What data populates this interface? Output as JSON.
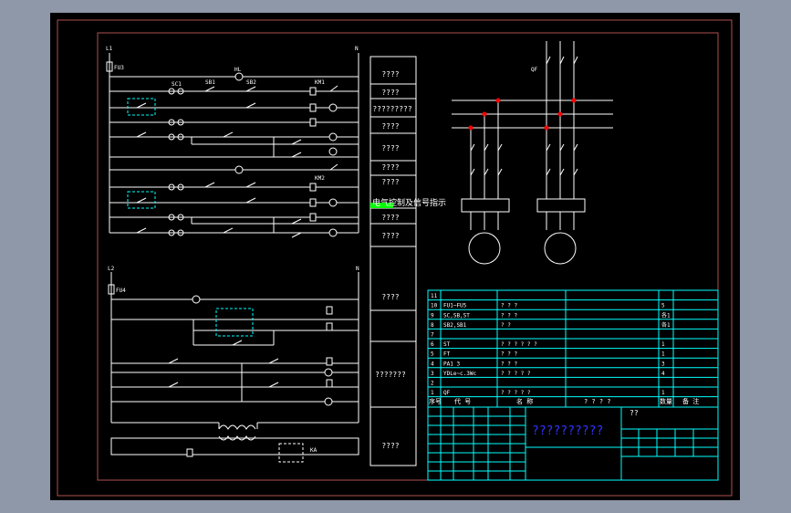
{
  "colors": {
    "background": "#8f98a8",
    "canvas": "#000000",
    "frame": "#b05050",
    "line": "#ffffff",
    "cyan": "#00ffff",
    "blue": "#3333ff",
    "green": "#00ff00",
    "red": "#ff0000"
  },
  "circuit_labels": {
    "l1": "L1",
    "n": "N",
    "fu3": "FU3",
    "sb1": "SB1",
    "sb2": "SB2",
    "hl": "HL",
    "km1": "KM1",
    "km2": "KM2",
    "sc1": "SC1",
    "l2": "L2",
    "fu4": "FU4",
    "ka": "KA",
    "qf": "QF"
  },
  "side_labels": [
    "????",
    "????",
    "?????????",
    "????",
    "????",
    "????",
    "????",
    "????",
    "????",
    "????",
    "???????",
    "????"
  ],
  "overlay_text": "电气控制及信号指示",
  "bom_rows": [
    {
      "no": "11",
      "code": "",
      "name": "",
      "qty": ""
    },
    {
      "no": "10",
      "code": "FU1~FU5",
      "name": "? ? ?",
      "qty": "5"
    },
    {
      "no": "9",
      "code": "SC,SB,ST",
      "name": "? ? ?",
      "qty": "各1"
    },
    {
      "no": "8",
      "code": "SB2,SB1",
      "name": "? ?",
      "qty": "各1"
    },
    {
      "no": "7",
      "code": "",
      "name": "",
      "qty": ""
    },
    {
      "no": "6",
      "code": "ST",
      "name": "? ? ? ? ? ?",
      "qty": "1"
    },
    {
      "no": "5",
      "code": "FT",
      "name": "? ? ?",
      "qty": "1"
    },
    {
      "no": "4",
      "code": "PA1 3",
      "name": "? ? ?",
      "qty": "3"
    },
    {
      "no": "3",
      "code": "YDLe~c.3Wc",
      "name": "? ? ? ? ?",
      "qty": "4"
    },
    {
      "no": "2",
      "code": "",
      "name": "",
      "qty": ""
    },
    {
      "no": "1",
      "code": "QF",
      "name": "? ? ? ? ?",
      "qty": "1"
    }
  ],
  "bom_header": {
    "no": "序号",
    "code": "代 号",
    "name": "名 称",
    "spec": "? ? ? ?",
    "qty": "数量",
    "note": "备 注"
  },
  "title_block": {
    "drawing_title": "??????????",
    "mark": "??"
  }
}
